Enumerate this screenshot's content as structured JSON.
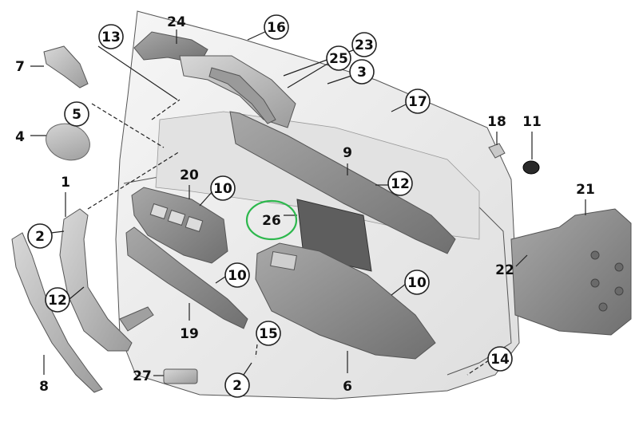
{
  "diagram": {
    "callouts": [
      "24",
      "16",
      "13",
      "23",
      "25",
      "3",
      "7",
      "17",
      "5",
      "4",
      "18",
      "11",
      "9",
      "1",
      "20",
      "10",
      "12",
      "21",
      "26",
      "2",
      "10",
      "22",
      "12",
      "10",
      "19",
      "15",
      "6",
      "14",
      "27",
      "2",
      "8"
    ]
  },
  "colors": {
    "part_dark": "#8a8a8a",
    "part_mid": "#b4b4b4",
    "panel": "#ececec",
    "highlight": "#2db84d"
  }
}
